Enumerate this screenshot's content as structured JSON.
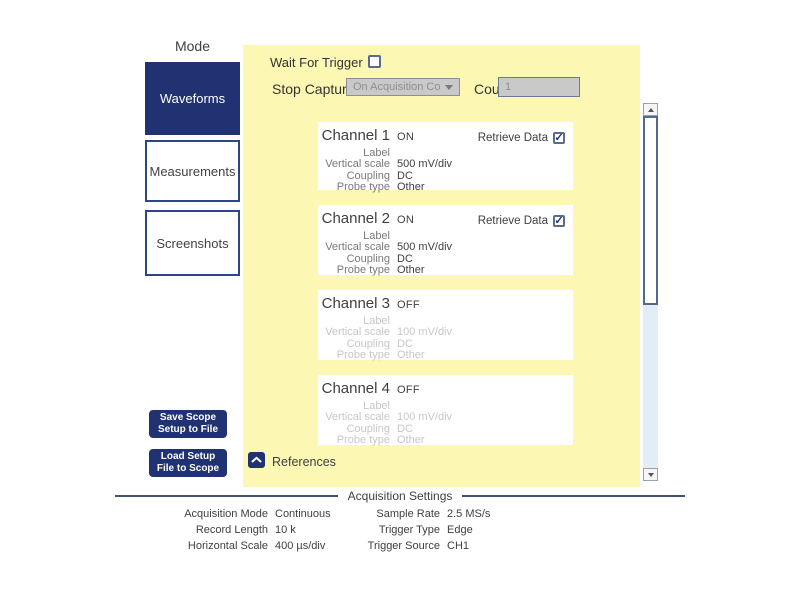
{
  "colors": {
    "navy": "#203271",
    "panel_yellow": "#fcf7b2",
    "scroll_track": "#e3edf5",
    "disabled_field_bg": "#c9c9c9"
  },
  "sidebar": {
    "mode_label": "Mode",
    "tabs": [
      {
        "label": "Waveforms",
        "active": true
      },
      {
        "label": "Measurements",
        "active": false
      },
      {
        "label": "Screenshots",
        "active": false
      }
    ],
    "save_button": {
      "line1": "Save Scope",
      "line2": "Setup to File"
    },
    "load_button": {
      "line1": "Load Setup",
      "line2": "File to Scope"
    }
  },
  "controls": {
    "wait_for_trigger": {
      "label": "Wait For Trigger",
      "checked": false
    },
    "stop_capture": {
      "label": "Stop Capture",
      "value": "On Acquisition Count",
      "disabled": true
    },
    "count": {
      "label": "Count",
      "value": "1",
      "disabled": true
    }
  },
  "channel_fields": {
    "label": "Label",
    "vertical_scale": "Vertical scale",
    "coupling": "Coupling",
    "probe_type": "Probe type"
  },
  "retrieve_data_label": "Retrieve Data",
  "channels": [
    {
      "name": "Channel 1",
      "state": "ON",
      "retrieve_data_checked": true,
      "label": "",
      "vertical_scale": "500 mV/div",
      "coupling": "DC",
      "probe_type": "Other"
    },
    {
      "name": "Channel 2",
      "state": "ON",
      "retrieve_data_checked": true,
      "label": "",
      "vertical_scale": "500 mV/div",
      "coupling": "DC",
      "probe_type": "Other"
    },
    {
      "name": "Channel 3",
      "state": "OFF",
      "label": "",
      "vertical_scale": "100 mV/div",
      "coupling": "DC",
      "probe_type": "Other"
    },
    {
      "name": "Channel 4",
      "state": "OFF",
      "label": "",
      "vertical_scale": "100 mV/div",
      "coupling": "DC",
      "probe_type": "Other"
    }
  ],
  "references": {
    "label": "References"
  },
  "acquisition_settings": {
    "title": "Acquisition Settings",
    "left": [
      {
        "label": "Acquisition Mode",
        "value": "Continuous"
      },
      {
        "label": "Record Length",
        "value": "10 k"
      },
      {
        "label": "Horizontal Scale",
        "value": "400 µs/div"
      }
    ],
    "right": [
      {
        "label": "Sample Rate",
        "value": "2.5 MS/s"
      },
      {
        "label": "Trigger Type",
        "value": "Edge"
      },
      {
        "label": "Trigger Source",
        "value": "CH1"
      }
    ]
  }
}
